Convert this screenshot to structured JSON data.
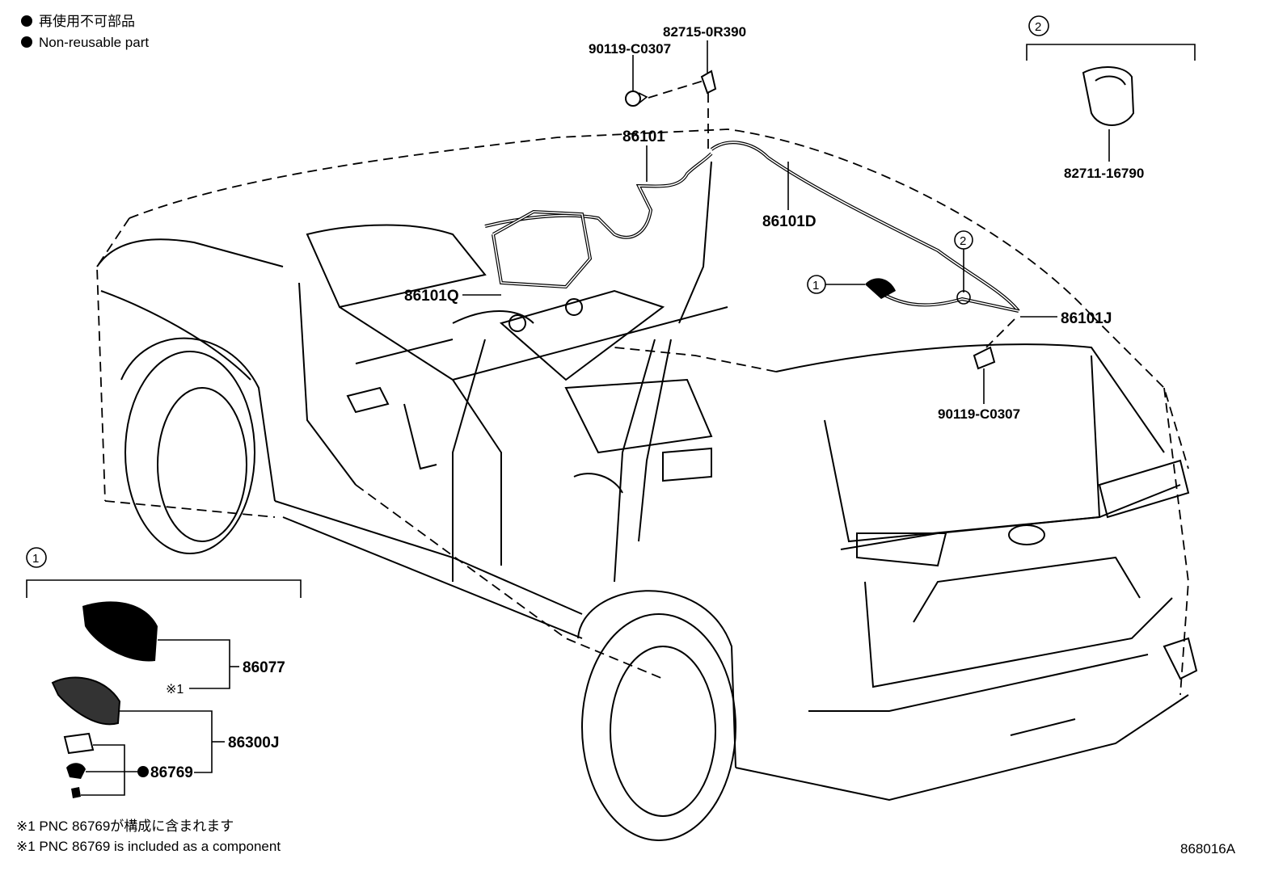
{
  "legend": {
    "non_reusable_ja": "再使用不可部品",
    "non_reusable_en": "Non-reusable part"
  },
  "callouts": {
    "one": "1",
    "two": "2"
  },
  "parts": {
    "p82715": "82715-0R390",
    "p90119_top": "90119-C0307",
    "p90119_right": "90119-C0307",
    "p82711": "82711-16790",
    "p86101": "86101",
    "p86101D": "86101D",
    "p86101Q": "86101Q",
    "p86101J": "86101J",
    "p86077": "86077",
    "p86300J": "86300J",
    "p86769": "86769"
  },
  "notes": {
    "ref_mark": "※1",
    "footnote_ja": "※1 PNC 86769が構成に含まれます",
    "footnote_en": "※1 PNC 86769 is included as a component"
  },
  "figure_id": "868016A"
}
